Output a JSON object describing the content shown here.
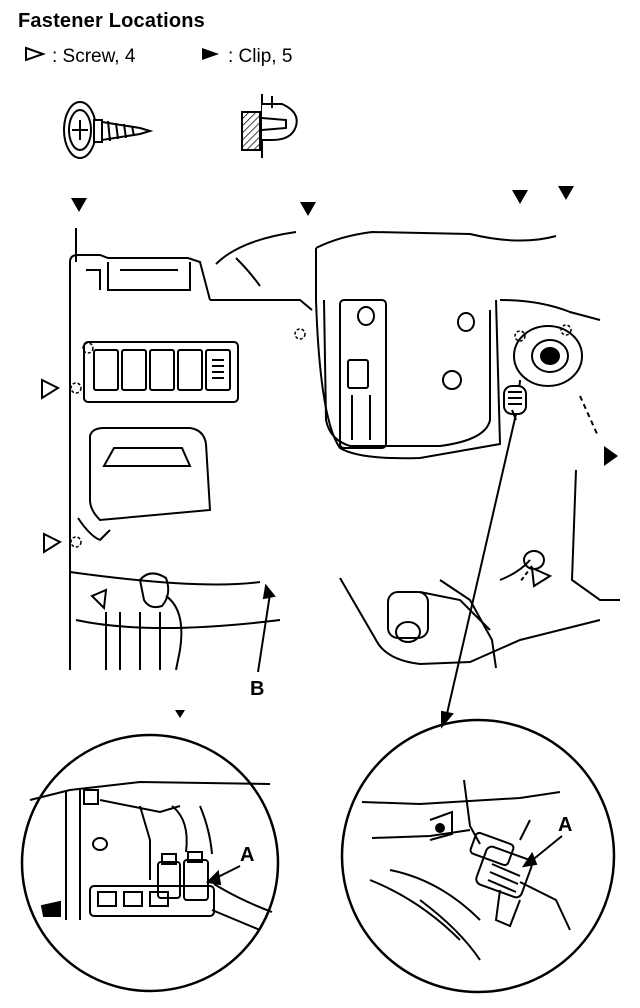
{
  "title": "Fastener Locations",
  "legend": {
    "screw_label": ": Screw, 4",
    "clip_label": ": Clip, 5"
  },
  "callouts": {
    "b": "B",
    "a_left": "A",
    "a_right": "A"
  }
}
